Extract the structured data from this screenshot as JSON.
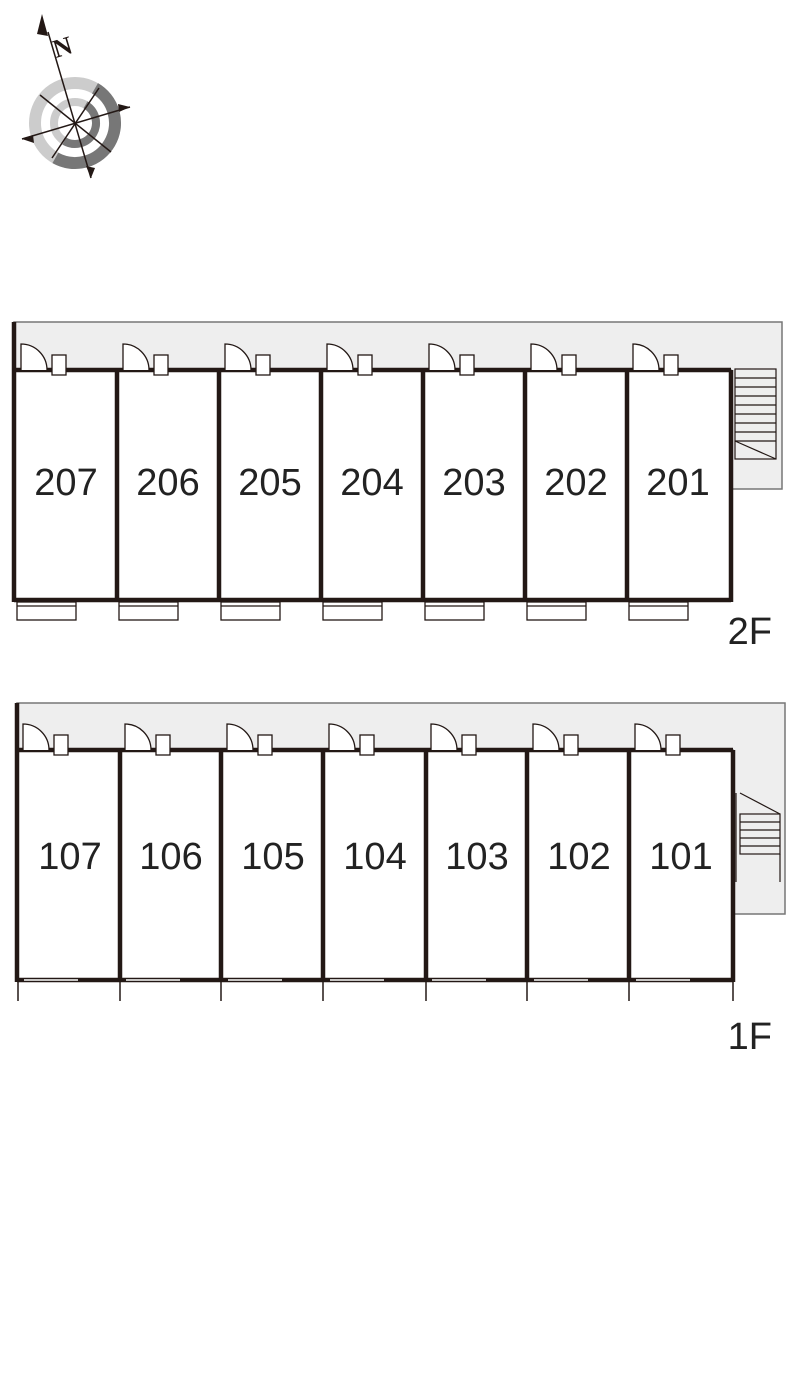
{
  "compass": {
    "direction_letter": "N"
  },
  "floors": [
    {
      "id": "floor-2",
      "label": "2F",
      "rooms": [
        "207",
        "206",
        "205",
        "204",
        "203",
        "202",
        "201"
      ]
    },
    {
      "id": "floor-1",
      "label": "1F",
      "rooms": [
        "107",
        "106",
        "105",
        "104",
        "103",
        "102",
        "101"
      ]
    }
  ],
  "colors": {
    "wall": "#231815",
    "corridor_fill": "#eeeeee",
    "corridor_stroke": "#777777",
    "compass_ring_dark": "#777777",
    "compass_ring_light": "#cccccc"
  }
}
